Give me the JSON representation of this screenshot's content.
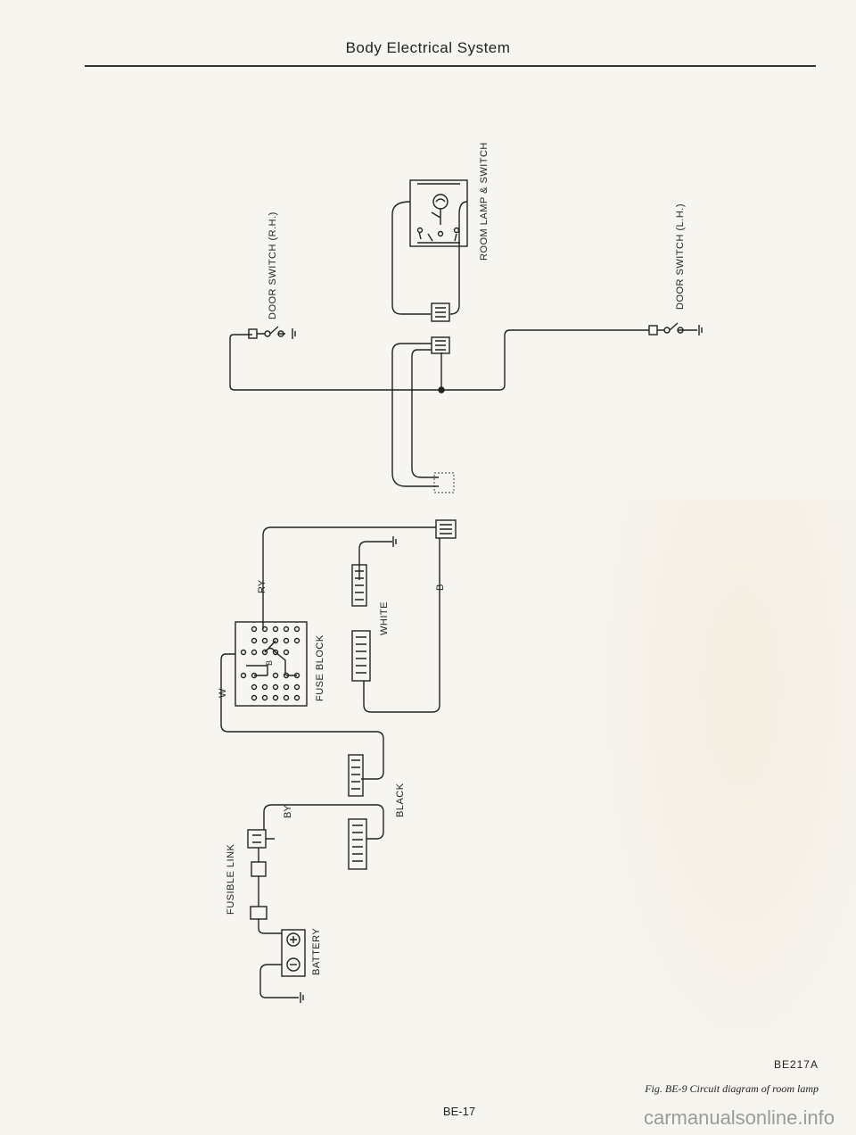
{
  "header": {
    "title": "Body Electrical System"
  },
  "labels": {
    "door_switch_rh": "DOOR SWITCH (R.H.)",
    "room_lamp_switch": "ROOM LAMP & SWITCH",
    "door_switch_lh": "DOOR SWITCH (L.H.)",
    "fuse_block": "FUSE BLOCK",
    "white": "WHITE",
    "black": "BLACK",
    "fusible_link": "FUSIBLE LINK",
    "battery": "BATTERY",
    "wire_ry": "RY",
    "wire_w": "W",
    "wire_b": "B",
    "wire_by": "BY",
    "fuse_b": "B"
  },
  "footer": {
    "code": "BE217A",
    "caption": "Fig. BE-9  Circuit diagram of room lamp",
    "page_number": "BE-17",
    "watermark": "carmanualsonline.info"
  }
}
